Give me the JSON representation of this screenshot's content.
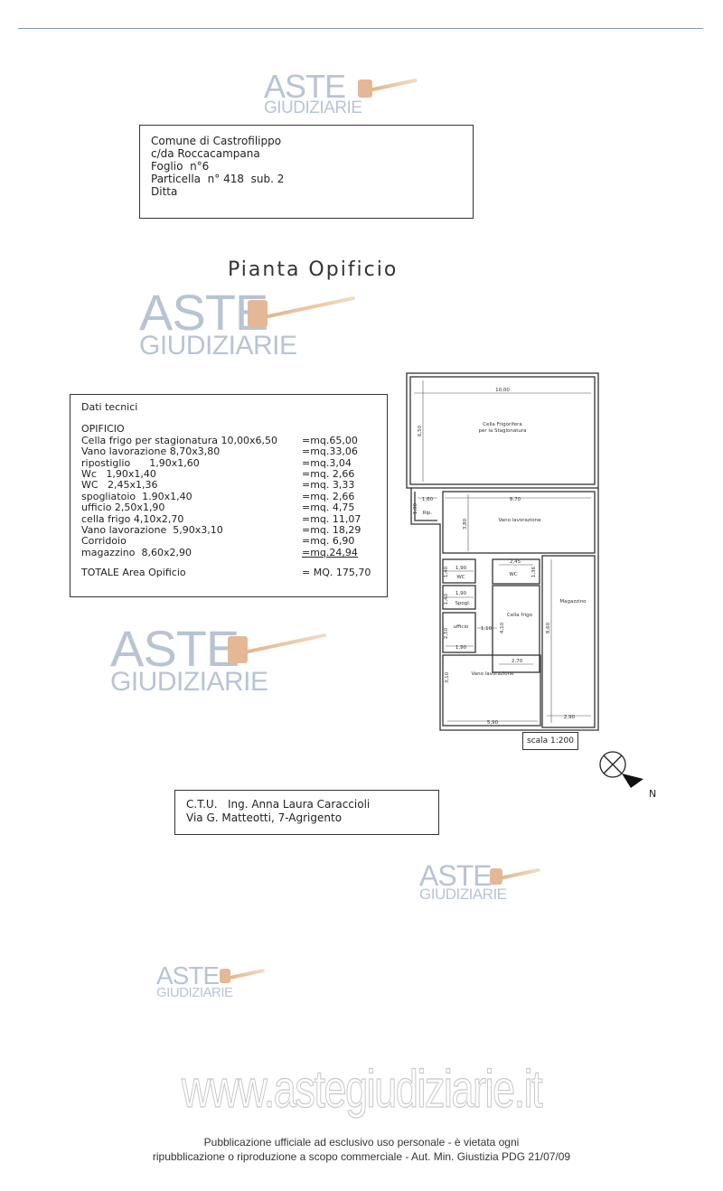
{
  "watermark": {
    "line1": "ASTE",
    "line2": "GIUDIZIARIE",
    "colors": {
      "text": "#b8c4d4",
      "gavel": "#e0b68a"
    }
  },
  "header": {
    "lines": [
      "Comune di Castrofilippo",
      "c/da Roccacampana",
      "Foglio  n°6",
      "Particella  n° 418  sub. 2",
      "Ditta"
    ]
  },
  "title": "Pianta Opificio",
  "tech": {
    "heading": "Dati tecnici",
    "section": "OPIFICIO",
    "rows": [
      {
        "label": "Cella frigo per stagionatura 10,00x6,50",
        "value": "=mq.65,00"
      },
      {
        "label": "Vano lavorazione 8,70x3,80",
        "value": "=mq.33,06"
      },
      {
        "label": "ripostiglio      1,90x1,60",
        "value": "=mq.3,04"
      },
      {
        "label": "Wc   1,90x1,40",
        "value": "=mq. 2,66"
      },
      {
        "label": "WC   2,45x1,36",
        "value": "=mq. 3,33"
      },
      {
        "label": "spogliatoio  1.90x1,40",
        "value": "=mq. 2,66"
      },
      {
        "label": "ufficio 2,50x1,90",
        "value": "=mq. 4,75"
      },
      {
        "label": "cella frigo 4,10x2,70",
        "value": "=mq. 11,07"
      },
      {
        "label": "Vano lavorazione  5,90x3,10",
        "value": "=mq. 18,29"
      },
      {
        "label": "Corridoio",
        "value": "=mq. 6,90"
      },
      {
        "label": "magazzino  8,60x2,90",
        "value": "=mq.24,94"
      }
    ],
    "total_label": "TOTALE Area Opificio",
    "total_value": "= MQ. 175,70"
  },
  "plan": {
    "rooms": {
      "cella_stag": [
        "Cella Frigorifera",
        "per la Stagionatura"
      ],
      "vano_up": "Vano lavorazione",
      "rip": "Rip.",
      "wc1": "WC",
      "wc2": "WC",
      "spogl": "Spogl.",
      "ufficio": "ufficio",
      "cella": "Cella frigo",
      "magazzino": "Magazzino",
      "vano_low": "Vano lavorazione"
    },
    "dims": {
      "d1000": "10,00",
      "d650": "6,50",
      "d160": "1,60",
      "d190a": "1,90",
      "d870": "8,70",
      "d380": "3,80",
      "d190b": "1,90",
      "d140a": "1,40",
      "d190c": "1,90",
      "d140b": "1,40",
      "d245": "2,45",
      "d136": "1,36",
      "d410": "4,10",
      "d250": "2,50",
      "d190d": "1,90",
      "d110": "1,10",
      "d270": "2,70",
      "d860": "8,60",
      "d310": "3,10",
      "d590": "5,90",
      "d290": "2,90"
    }
  },
  "scale": "scala 1:200",
  "north": "N",
  "ctu": [
    "C.T.U.   Ing. Anna Laura Caraccioli",
    "Via G. Matteotti, 7-Agrigento"
  ],
  "site": "www.astegiudiziarie.it",
  "footer": [
    "Pubblicazione ufficiale ad esclusivo uso personale - è vietata ogni",
    "ripubblicazione o riproduzione a scopo commerciale - Aut. Min. Giustizia PDG 21/07/09"
  ]
}
